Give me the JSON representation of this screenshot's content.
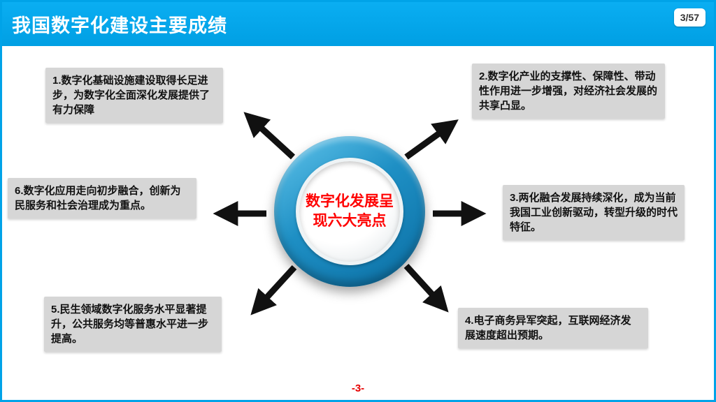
{
  "slide": {
    "header": {
      "title": "我国数字化建设主要成绩",
      "page_indicator": "3/57"
    },
    "center": {
      "label_line1": "数字化发展呈",
      "label_line2": "现六大亮点",
      "full_label": "数字化发展呈现六大亮点"
    },
    "points": [
      {
        "text": "1.数字化基础设施建设取得长足进步，为数字化全面深化发展提供了有力保障"
      },
      {
        "text": "2.数字化产业的支撑性、保障性、带动性作用进一步增强，对经济社会发展的共享凸显。"
      },
      {
        "text": "3.两化融合发展持续深化，成为当前我国工业创新驱动，转型升级的时代特征。"
      },
      {
        "text": "4.电子商务异军突起，互联网经济发展速度超出预期。"
      },
      {
        "text": "5.民生领域数字化服务水平显著提升，公共服务均等普惠水平进一步提高。"
      },
      {
        "text": "6.数字化应用走向初步融合，创新为民服务和社会治理成为重点。"
      }
    ],
    "footer": {
      "page_number": "-3-"
    },
    "colors": {
      "header_bg": "#009fe3",
      "hub_ring_blue": "#1e8fc4",
      "hub_text_red": "#ff0000",
      "box_gray": "#d6d6d6",
      "arrow_black": "#111111",
      "footer_red": "#e60000"
    }
  }
}
